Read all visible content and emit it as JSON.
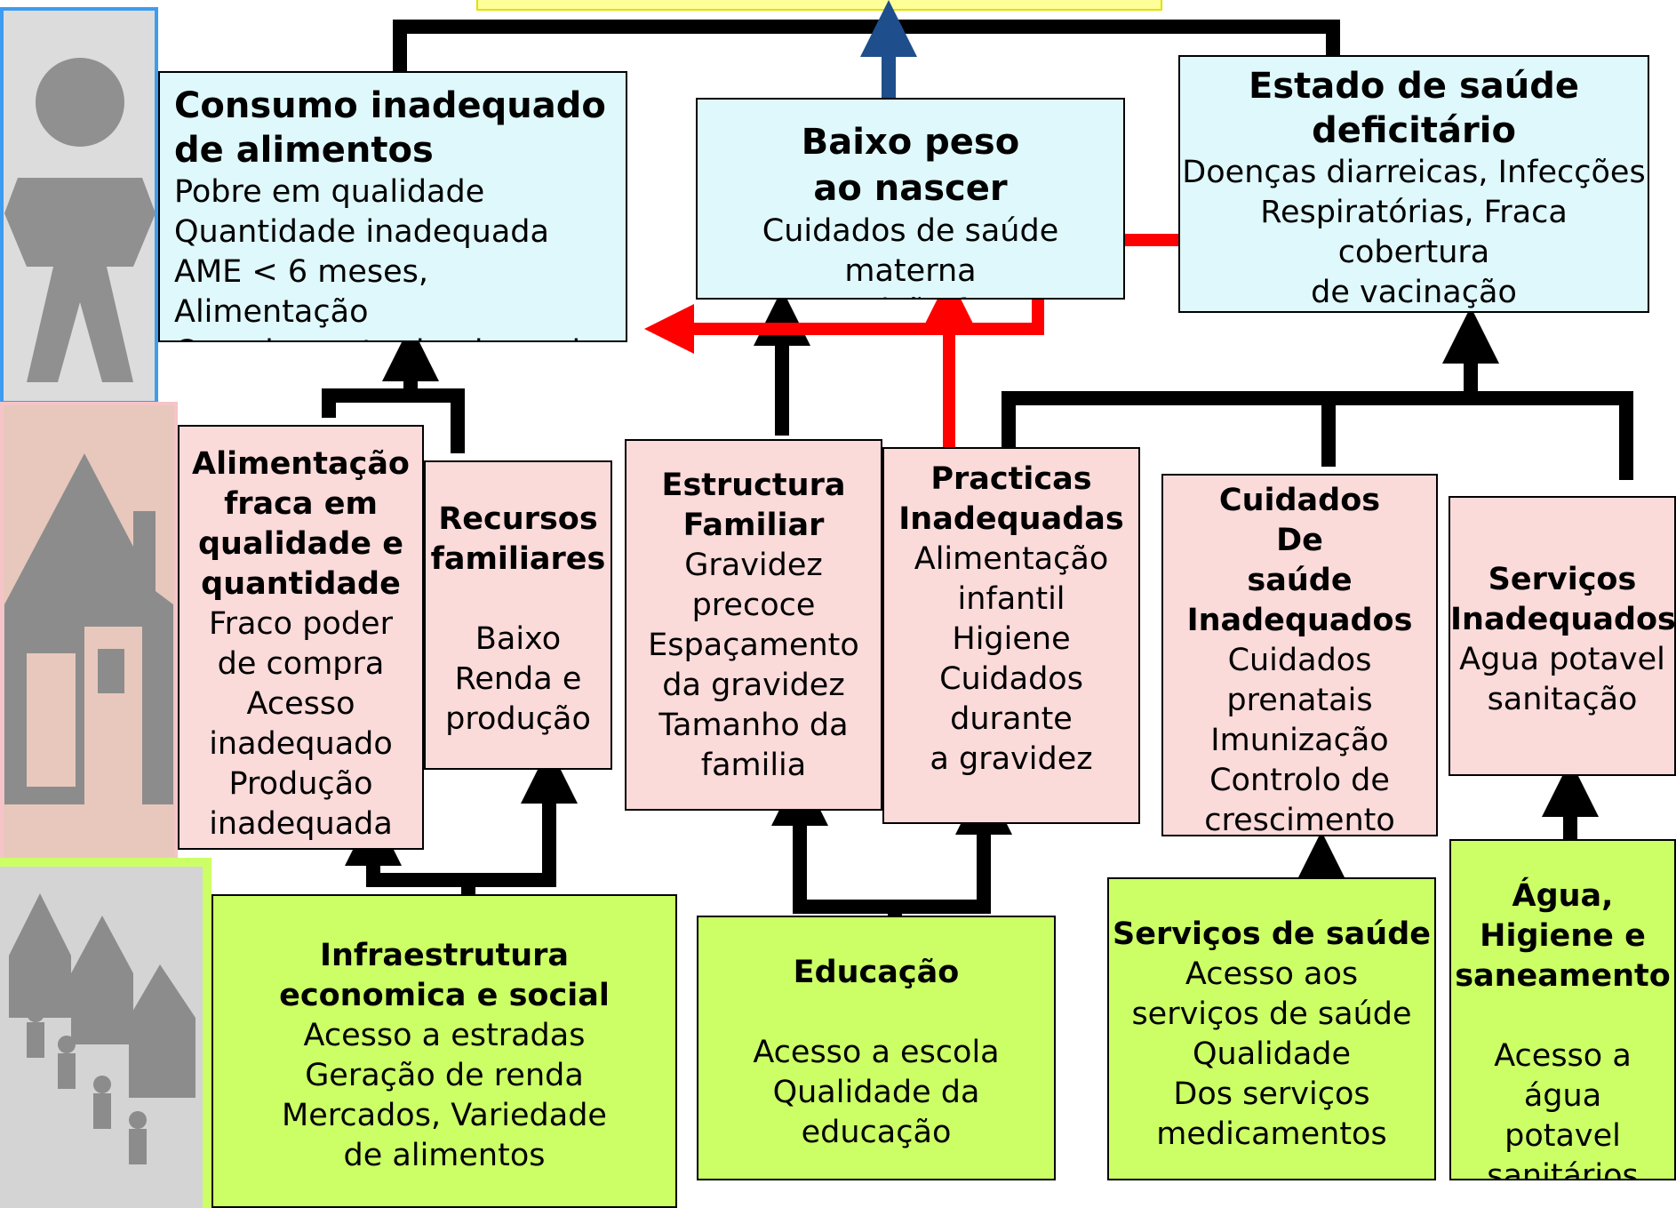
{
  "colors": {
    "cyan_box": "#dff8fb",
    "pink_box": "#fbdada",
    "green_box": "#ccff66",
    "top_banner": "#ffff99",
    "black_arrow": "#000000",
    "blue_arrow": "#1f4e8c",
    "red_arrow": "#ff0000"
  },
  "icons": {
    "person": "person-icon",
    "house": "house-icon",
    "community": "community-icon"
  },
  "boxes": {
    "consumo": {
      "title": [
        "Consumo inadequado",
        "de alimentos"
      ],
      "body": [
        "Pobre em qualidade",
        "Quantidade inadequada",
        "AME < 6 meses, Alimentação",
        "Complementar  inadequada"
      ]
    },
    "baixo_peso": {
      "title": [
        "Baixo peso",
        "ao nascer"
      ],
      "body": [
        "Cuidados de saúde materna",
        "e nutrição fraco"
      ]
    },
    "estado_saude": {
      "title": [
        "Estado de saúde",
        "deficitário"
      ],
      "body": [
        "Doenças diarreicas, Infecções",
        "Respiratórias, Fraca cobertura",
        "de vacinação"
      ]
    },
    "alimentacao": {
      "title": [
        "Alimentação",
        "fraca em",
        "qualidade e",
        "quantidade"
      ],
      "body": [
        "Fraco poder",
        "de compra",
        "Acesso",
        "inadequado",
        "Produção",
        "inadequada"
      ]
    },
    "recursos": {
      "title": [
        "Recursos",
        "familiares"
      ],
      "body": [
        "Baixo",
        "Renda e",
        "produção"
      ]
    },
    "estructura": {
      "title": [
        "Estructura",
        "Familiar"
      ],
      "body": [
        "Gravidez",
        "precoce",
        "Espaçamento",
        "da gravidez",
        "Tamanho da",
        "familia"
      ]
    },
    "practicas": {
      "title": [
        "Practicas",
        "Inadequadas"
      ],
      "body": [
        "Alimentação",
        "infantil",
        "Higiene",
        "Cuidados",
        "durante",
        "a gravidez"
      ]
    },
    "cuidados": {
      "title": [
        "Cuidados",
        "De",
        "saúde",
        "Inadequados"
      ],
      "body": [
        "Cuidados",
        "prenatais",
        "Imunização",
        "Controlo de",
        "crescimento"
      ]
    },
    "servicos_inad": {
      "title": [
        "Serviços",
        "Inadequados"
      ],
      "body": [
        "Agua potavel",
        "sanitação"
      ]
    },
    "infraestrutura": {
      "title": [
        "Infraestrutura",
        "economica e social"
      ],
      "body": [
        "Acesso a estradas",
        "Geração de renda",
        "Mercados, Variedade",
        "de alimentos"
      ]
    },
    "educacao": {
      "title": [
        "Educação"
      ],
      "body": [
        "Acesso a escola",
        "Qualidade da",
        "educação"
      ]
    },
    "servicos_saude": {
      "title": [
        "Serviços de saúde"
      ],
      "body": [
        "Acesso aos",
        "serviços de saúde",
        "Qualidade",
        "Dos serviços",
        "medicamentos"
      ]
    },
    "agua": {
      "title": [
        "Água,",
        "Higiene e",
        "saneamento"
      ],
      "body": [
        "Acesso a água",
        "potavel",
        "sanitários"
      ]
    }
  }
}
